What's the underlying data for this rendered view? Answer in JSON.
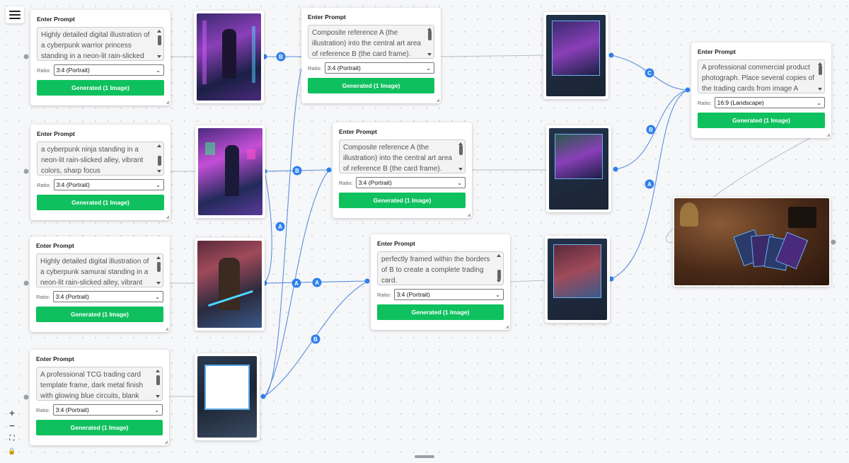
{
  "toolbar": {
    "menu_icon": "hamburger-icon"
  },
  "controls": {
    "zoom_in": "+",
    "zoom_out": "−",
    "fit": "⛶",
    "lock": "🔒"
  },
  "prompt_nodes": [
    {
      "id": "p1",
      "header": "Enter Prompt",
      "text": "Highly detailed digital illustration of a cyberpunk warrior princess standing in a neon-lit rain-slicked",
      "ratio_label": "Ratio:",
      "ratio": "3:4 (Portrait)",
      "button": "Generated (1 Image)"
    },
    {
      "id": "p2",
      "header": "Enter Prompt",
      "text": "a cyberpunk ninja standing in a neon-lit rain-slicked alley, vibrant colors, sharp focus",
      "ratio_label": "Ratio:",
      "ratio": "3:4 (Portrait)",
      "button": "Generated (1 Image)"
    },
    {
      "id": "p3",
      "header": "Enter Prompt",
      "text": "Highly detailed digital illustration of a cyberpunk samurai standing in a neon-lit rain-slicked alley, vibrant",
      "ratio_label": "Ratio:",
      "ratio": "3:4 (Portrait)",
      "button": "Generated (1 Image)"
    },
    {
      "id": "p4",
      "header": "Enter Prompt",
      "text": "A professional TCG trading card template frame, dark metal finish with glowing blue circuits, blank",
      "ratio_label": "Ratio:",
      "ratio": "3:4 (Portrait)",
      "button": "Generated (1 Image)"
    },
    {
      "id": "c1",
      "header": "Enter Prompt",
      "text": "Composite reference A (the illustration) into the central art area of reference B (the card frame).",
      "ratio_label": "Ratio:",
      "ratio": "3:4 (Portrait)",
      "button": "Generated (1 Image)"
    },
    {
      "id": "c2",
      "header": "Enter Prompt",
      "text": "Composite reference A (the illustration) into the central art area of reference B (the card frame).",
      "ratio_label": "Ratio:",
      "ratio": "3:4 (Portrait)",
      "button": "Generated (1 Image)"
    },
    {
      "id": "c3",
      "header": "Enter Prompt",
      "text": "perfectly framed within the borders of B to create a complete trading card.",
      "ratio_label": "Ratio:",
      "ratio": "3:4 (Portrait)",
      "button": "Generated (1 Image)"
    },
    {
      "id": "f1",
      "header": "Enter Prompt",
      "text": "A professional commercial product photograph. Place several copies of the trading cards from image A",
      "ratio_label": "Ratio:",
      "ratio": "16:9 (Landscape)",
      "button": "Generated (1 Image)"
    }
  ],
  "edge_badges": {
    "a": "A",
    "b": "B",
    "c": "C"
  },
  "colors": {
    "accent": "#2f80ed",
    "generate_button": "#0fc15e"
  }
}
